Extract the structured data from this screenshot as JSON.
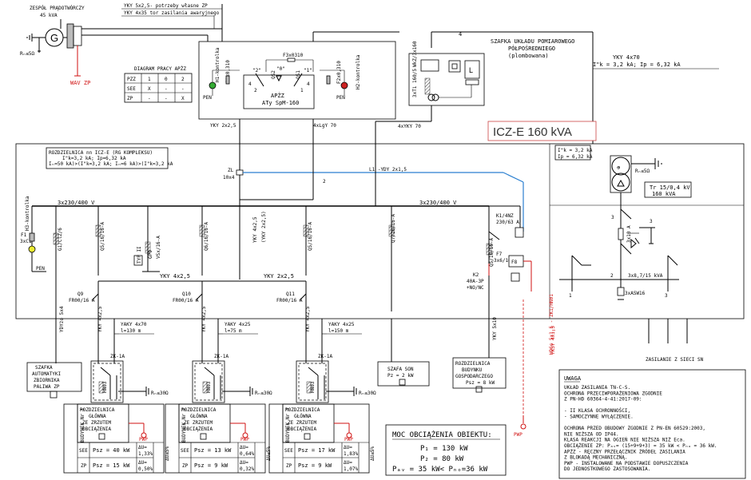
{
  "generator": {
    "title": "ZESPÓŁ PRĄDOTWÓRCZY",
    "power": "45 kVA",
    "ground": "Rₙ≤5Ω",
    "wav": "WAV ZP"
  },
  "top_cables": {
    "c1": "YKY 5x2,5- potrzeby własne ZP",
    "c2": "YKY 4x35 tor zasilania awaryjnego",
    "c4": "4"
  },
  "apzz_diagram": {
    "title": "DIAGRAM PRACY APŻZ",
    "header": [
      "PZZ",
      "1",
      "0",
      "2"
    ],
    "rows": [
      [
        "SEE",
        "X",
        "-",
        "-"
      ],
      [
        "ZP",
        "-",
        "-",
        "X"
      ]
    ]
  },
  "apzz": {
    "f3": "F3x0310",
    "h1": "H1-kontrolka",
    "h2": "H2-kontrolka",
    "qs2": "QS2",
    "qs1": "QS1",
    "pos0": "\"0\"",
    "pos2": "\"2\"",
    "pos1": "\"1\"",
    "f1": "F1x0,310",
    "f2": "F2x0,310",
    "n2": "2",
    "n1": "1",
    "n4a": "4",
    "n4b": "4",
    "pen1": "PEN",
    "pen2": "PEN",
    "title": "APŻZ",
    "model": "ATy SpM-160",
    "cab_left": "YKY 2x2,5",
    "cab_right": "4xLgY 70"
  },
  "meter": {
    "title": "SZAFKA UKŁADU POMIAROWEGO",
    "subtitle": "PÓŁPOŚREDNIEGO",
    "sealed": "(plombowana)",
    "fuse": "WkZ/3x160",
    "cts": "3xTi 160/5",
    "cable": "4xYKY 70",
    "wire_count": "4",
    "meter_letter": "L"
  },
  "transformer_feed": {
    "cable": "YKY 4x70",
    "params": "I\"k = 3,2 kA; Ip = 6,32 kA"
  },
  "station_title": "ICZ-E 160 kVA",
  "trafo": {
    "ik": "I\"k = 3,2 kA",
    "ip": "Ip = 6,32 kA",
    "ground": "Rₙ≤5Ω",
    "spec1": "Tr 15/0,4 kV",
    "spec2": "160 kVA"
  },
  "mv": {
    "n3a": "3",
    "n3b": "3",
    "fuses": "3x10 A",
    "n1": "1",
    "n2": "2",
    "n3c": "3",
    "bus": "3x8,7/15 kVA",
    "arr": "3xASW16",
    "supply": "ZASILANIE Z SIECI SN"
  },
  "rg": {
    "title": "ROZDZIELNICA nn ICZ-E (RG KOMPLEKSU)",
    "line1": "I\"k=3,2 kA; Ip=6,32 kA",
    "line2": "Iₙ=50 kA)>(I\"k=3,2 kA; Iₙ=6 kA)>(I\"k=3,2 kA",
    "zl": "ZL",
    "zl_spec": "10x4",
    "l1": "L1 -YDY 2x1,5",
    "l1_count": "2",
    "bus_left": "3x230/400 V",
    "bus_right": "3x230/400 V"
  },
  "feeders": {
    "f1": "F1",
    "f1s": "3xC1",
    "h3": "H3-kontrolka",
    "pen": "PEN",
    "c1": "G1/Cl2/6",
    "c2": "Q5/16/16-A",
    "c3": "Q6/16/16-A",
    "c4": "Q5/16/16-A",
    "c5": "Q7/16/16-A",
    "c6": "Q5/16/16-A",
    "gr": "GP9",
    "gr2": "VSx/16-A",
    "typ": "TYP II",
    "vert": "YKY 4x2,5",
    "vert2": "(YKY 2x2,5)",
    "kl": "K1/4NZ",
    "kls": "230/63 A",
    "f7": "F7",
    "f7s": "3x6/16A",
    "k2": "K2",
    "k2s": "40A-3P",
    "k2t": "+NO/NC",
    "f8": "F8",
    "q9": "Q9",
    "q9s": "FR00/16 A",
    "q10": "Q10",
    "q10s": "FR00/16 A",
    "q11": "Q11",
    "q11s": "FR00/16 A",
    "yky425": "YKY 4x2,5",
    "yky225": "YKY 2x2,5"
  },
  "buildings": [
    {
      "cable": "YKY 4x2,5",
      "feed": "YAKY 4x70",
      "len": "l=130 m",
      "zk": "ZK-1A",
      "hn": "HN03",
      "rg1": "ROZDZIELNICA",
      "rg2": "GŁÓWNA",
      "rg3": "ZE ZRZUTEM",
      "rg4": "OBCIĄŻENIA",
      "side": "BUDYNEK Nr 1",
      "see": "SEE",
      "zp": "ZP",
      "psz1": "Psz = 40 kW",
      "psz2": "Psz = 15 kW",
      "du1a": "ΔU=",
      "du1b": "1,33%",
      "du2a": "ΔU=",
      "du2b": "0,50%",
      "tot": "ΔU≤5%",
      "gnd": "Rₙ≤30Ω",
      "pwp": "PWP"
    },
    {
      "cable": "YKY 4x2,5",
      "feed": "YAKY 4x25",
      "len": "l=75 m",
      "zk": "ZK-1A",
      "hn": "HN03",
      "rg1": "ROZDZIELNICA",
      "rg2": "GŁÓWNA",
      "rg3": "ZE ZRZUTEM",
      "rg4": "OBCIĄŻENIA",
      "side": "BUDYNEK Nr 2",
      "see": "SEE",
      "zp": "ZP",
      "psz1": "Psz = 13 kW",
      "psz2": "Psz = 9 kW",
      "du1a": "ΔU=",
      "du1b": "0,64%",
      "du2a": "ΔU=",
      "du2b": "0,32%",
      "tot": "ΔU≤5%",
      "gnd": "Rₙ≤30Ω",
      "pwp": "PWP"
    },
    {
      "cable": "YKY 4x2,5",
      "feed": "YAKY 4x25",
      "len": "l=150 m",
      "zk": "ZK-1A",
      "hn": "HN03",
      "rg1": "ROZDZIELNICA",
      "rg2": "GŁÓWNA",
      "rg3": "ZE ZRZUTEM",
      "rg4": "OBCIĄŻENIA",
      "side": "BUDYNEK Nr 3",
      "see": "SEE",
      "zp": "ZP",
      "psz1": "Psz = 17 kW",
      "psz2": "Psz = 9 kW",
      "du1a": "ΔU=",
      "du1b": "1,83%",
      "du2a": "ΔU=",
      "du2b": "1,07%",
      "tot": "ΔU≤5%",
      "gnd": "Rₙ≤30Ω",
      "pwp": "PWP"
    }
  ],
  "pump": {
    "cable": "YDYżo 5x4",
    "l1": "SZAFKA",
    "l2": "AUTOMATYKI",
    "l3": "ZBIORNIKA",
    "l4": "PALIWA ZP"
  },
  "son": {
    "cable": "YKY 4x2,5",
    "l1": "SZAFA SON",
    "l2": "Pz = 2 kW"
  },
  "farm": {
    "cable": "YKY 5x10",
    "l1": "ROZDZIELNICA",
    "l2": "BUDYNKU",
    "l3": "GOSPODARCZEGO",
    "l4": "Psz = 8 kW",
    "red1": "HDGs 5x1,5 - ZK1/HN01",
    "red2": "YKSY 4x1,5",
    "pwp": "PWP"
  },
  "load": {
    "title": "MOC OBCIĄŻENIA OBIEKTU:",
    "p1": "P₁ = 130 kW",
    "p2": "P₂ = 80 kW",
    "p3": "Pₐᵥ = 35 kW< Pₙₒ=36 kW"
  },
  "notes": {
    "title": "UWAGA",
    "lines": [
      "UKŁAD ZASILANIA TN-C-S.",
      "OCHRONA PRZECIWPORAŻENIOWA ZGODNIE",
      "Z PN-HD 60364-4-41:2017-09:",
      "",
      "- II KLASA OCHRONNOŚCI,",
      "- SAMOCZYNNE WYŁĄCZENIE.",
      "",
      "OCHRONA PRZED OBUDOWY ZGODNIE Z PN-EN 60529:2003,",
      "NIE NIŻSZA OD IP44.",
      "KLASA REAKCJI NA OGIEŃ NIE NIŻSZA NIŻ Eca.",
      "OBCIĄŻENIE ZP: Pₐᵥ= (15+9+9+3) = 35 kW < Pₙₒ = 36 kW.",
      "APŻZ - RĘCZNY PRZEŁĄCZNIK ŹRÓDEŁ ZASILANIA",
      "        Z BLOKADĄ MECHANICZNĄ.",
      "PWP - INSTALOWANE NA PODSTAWIE DOPUSZCZENIA",
      "        DO JEDNOSTKOWEGO ZASTOSOWANIA."
    ]
  }
}
